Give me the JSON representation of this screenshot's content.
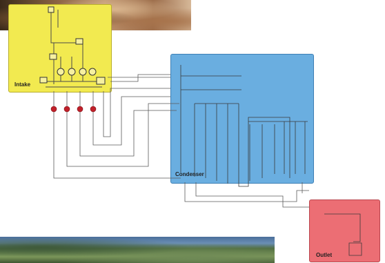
{
  "panels": {
    "intake": {
      "label": "Intake",
      "color": "#f2ea50"
    },
    "condenser": {
      "label": "Condenser",
      "color": "#6aaee0"
    },
    "outlet": {
      "label": "Outlet",
      "color": "#ec6e74"
    }
  },
  "colors": {
    "wire": "#4a4a4a",
    "valve": "#c0202a"
  }
}
